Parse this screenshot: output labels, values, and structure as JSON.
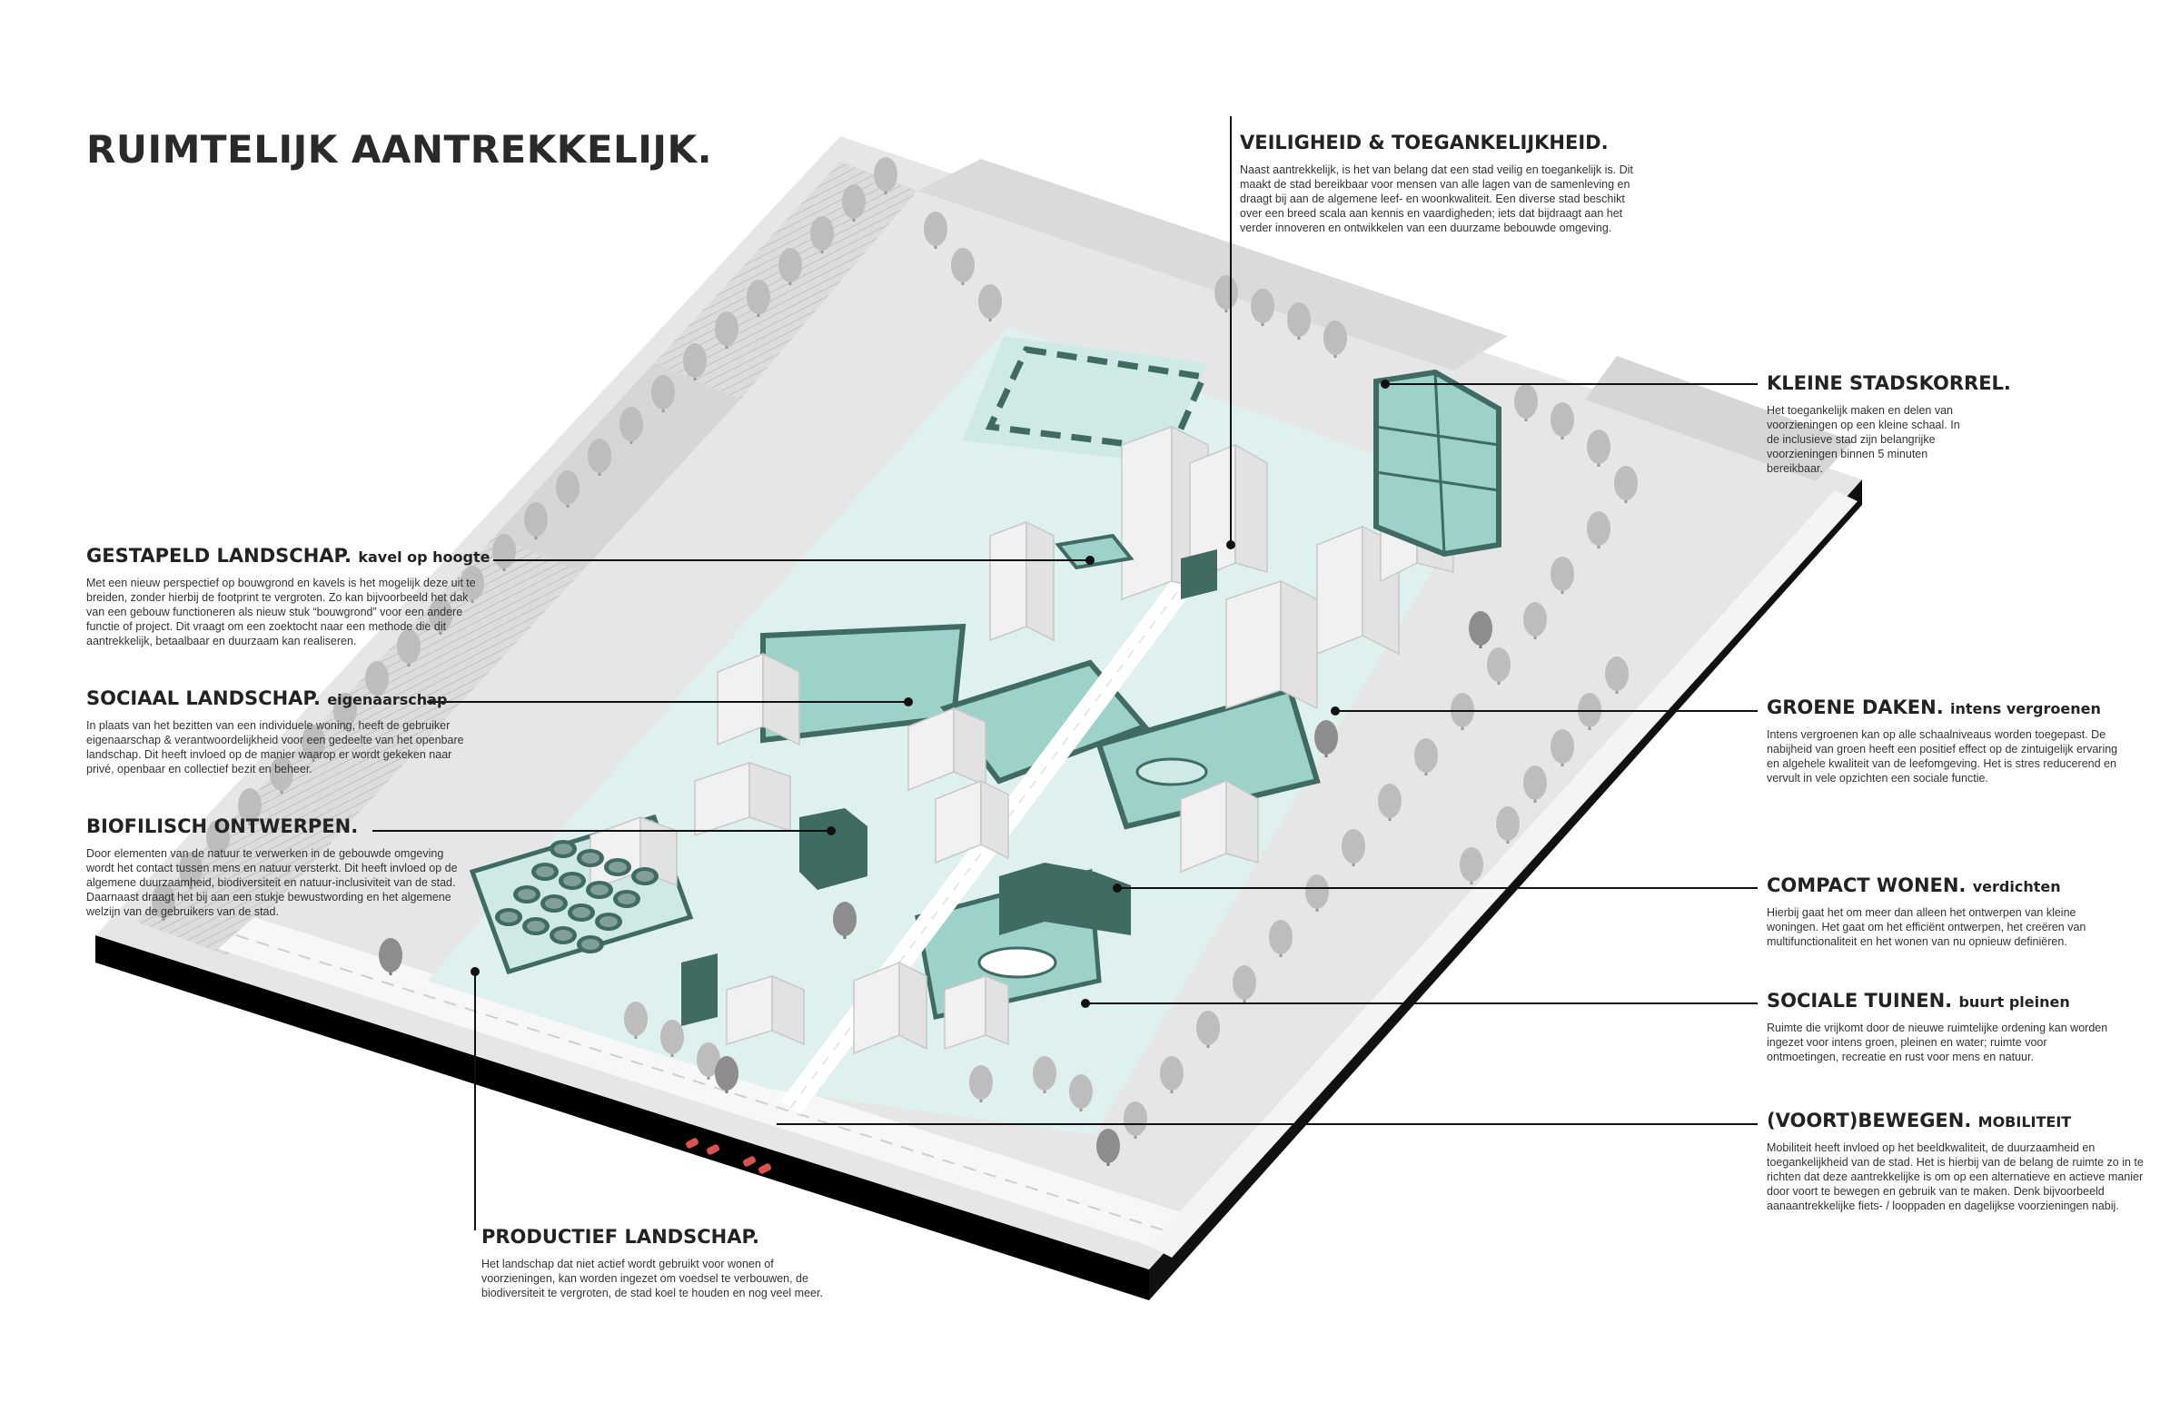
{
  "title": "RUIMTELIJK AANTREKKELIJK.",
  "colors": {
    "teal_light": "#cfeae6",
    "teal_mid": "#9dd2cb",
    "teal_dark": "#3f6b63",
    "building": "#f1f1f1",
    "tree": "#bdbdbd",
    "tree_dark": "#8d8d8d",
    "ground": "#e4e4e4",
    "base": "#000000",
    "line": "#111111"
  },
  "annotations": {
    "veiligheid": {
      "heading": "VEILIGHEID & TOEGANKELIJKHEID.",
      "sub": "",
      "body": "Naast aantrekkelijk, is het van belang dat een stad veilig en toegankelijk is. Dit maakt de stad bereikbaar voor mensen van alle lagen van de samenleving en draagt bij aan de algemene leef- en woonkwaliteit. Een diverse stad beschikt over een breed scala aan kennis en vaardigheden; iets dat bijdraagt aan het verder innoveren en ontwikkelen van een duurzame bebouwde omgeving."
    },
    "kleine": {
      "heading": "KLEINE STADSKORREL.",
      "sub": "",
      "body": "Het toegankelijk maken en delen van voorzieningen op een kleine schaal. In de inclusieve stad zijn belangrijke voorzieningen binnen 5 minuten bereikbaar."
    },
    "gestapeld": {
      "heading": "GESTAPELD LANDSCHAP.",
      "sub": "kavel op hoogte",
      "body": "Met een nieuw perspectief op bouwgrond en kavels is het mogelijk deze uit te breiden, zonder hierbij de footprint te vergroten. Zo kan bijvoorbeeld het dak van een gebouw functioneren als nieuw stuk “bouwgrond” voor een andere functie of project. Dit vraagt om een zoektocht naar een methode die dit aantrekkelijk, betaalbaar en duurzaam kan realiseren."
    },
    "sociaal": {
      "heading": "SOCIAAL LANDSCHAP.",
      "sub": "eigenaarschap",
      "body": "In plaats van het bezitten van een individuele woning, heeft de gebruiker eigenaarschap & verantwoordelijkheid voor een gedeelte van het openbare landschap. Dit heeft invloed op de manier waarop er wordt gekeken naar privé, openbaar en collectief bezit en beheer."
    },
    "groene": {
      "heading": "GROENE DAKEN.",
      "sub": "intens vergroenen",
      "body": "Intens vergroenen kan op alle schaalniveaus worden toegepast. De nabijheid van groen heeft een positief effect op de zintuigelijk ervaring en algehele kwaliteit van de leefomgeving. Het is stres reducerend en vervult in vele opzichten een sociale functie."
    },
    "biofilisch": {
      "heading": "BIOFILISCH ONTWERPEN.",
      "sub": "",
      "body": "Door elementen van de natuur te verwerken in de gebouwde omgeving wordt het contact tussen mens en natuur versterkt. Dit heeft invloed op de algemene duurzaamheid, biodiversiteit en natuur-inclusiviteit van de stad. Daarnaast draagt het bij aan een stukje bewustwording en het algemene welzijn van de gebruikers van de stad."
    },
    "compact": {
      "heading": "COMPACT WONEN.",
      "sub": "verdichten",
      "body": "Hierbij gaat het om meer dan alleen het ontwerpen van kleine woningen. Het gaat om het efficiënt ontwerpen, het creëren van multifunctionaliteit en het wonen van nu opnieuw definiëren."
    },
    "tuinen": {
      "heading": "SOCIALE TUINEN.",
      "sub": "buurt pleinen",
      "body": "Ruimte die vrijkomt door de nieuwe ruimtelijke ordening kan worden ingezet voor intens groen, pleinen en water; ruimte voor ontmoetingen, recreatie en rust voor mens en natuur."
    },
    "bewegen": {
      "heading": "(VOORT)BEWEGEN.",
      "sub": "MOBILITEIT",
      "body": "Mobiliteit heeft invloed op het beeldkwaliteit, de duurzaamheid en toegankelijkheid van de stad. Het is hierbij van de belang de ruimte zo in te richten dat deze aantrekkelijke is om op een alternatieve en actieve manier door voort te bewegen en gebruik van te maken. Denk bijvoorbeeld aanaantrekkelijke fiets- / looppaden en dagelijkse voorzieningen nabij."
    },
    "productief": {
      "heading": "PRODUCTIEF LANDSCHAP.",
      "sub": "",
      "body": "Het landschap dat niet actief wordt gebruikt voor wonen of voorzieningen, kan worden ingezet om voedsel te verbouwen, de biodiversiteit te vergroten, de stad koel te houden en nog veel meer."
    }
  }
}
